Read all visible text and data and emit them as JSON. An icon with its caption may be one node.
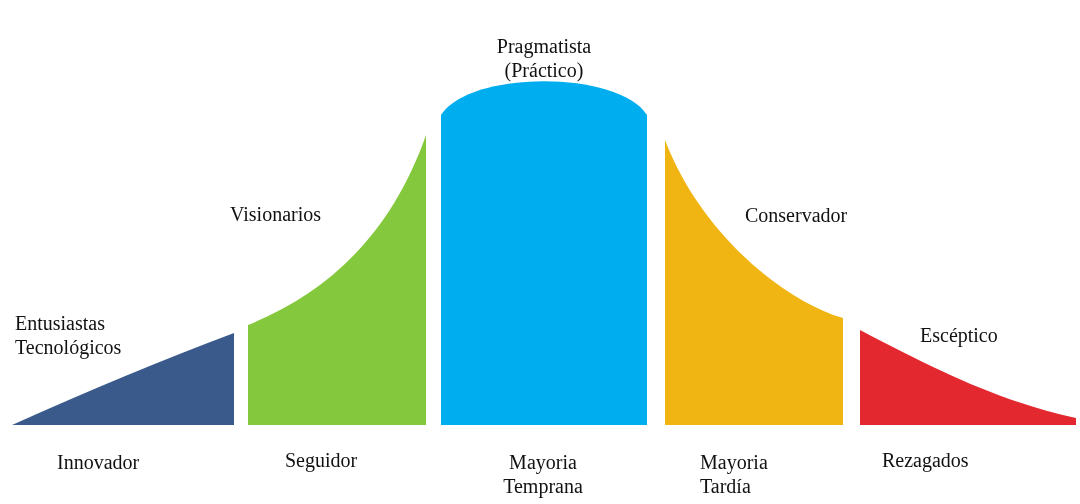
{
  "diagram": {
    "nodes": [
      {
        "text": [
          "Entusiastas Tecnológicos"
        ],
        "beside": [
          "Innovador"
        ]
      },
      {
        "text": [
          "Visionarios"
        ],
        "beside": [
          "Seguidor"
        ]
      },
      {
        "text": [
          "Pragmatista (Práctico)"
        ],
        "beside": [
          "Mayoria Temprana"
        ]
      },
      {
        "text": [
          "Conservador"
        ],
        "beside": [
          "Mayoria Tardía"
        ]
      },
      {
        "text": [
          "Escéptico"
        ],
        "beside": [
          "Rezagados"
        ]
      }
    ],
    "edges": []
  }
}
